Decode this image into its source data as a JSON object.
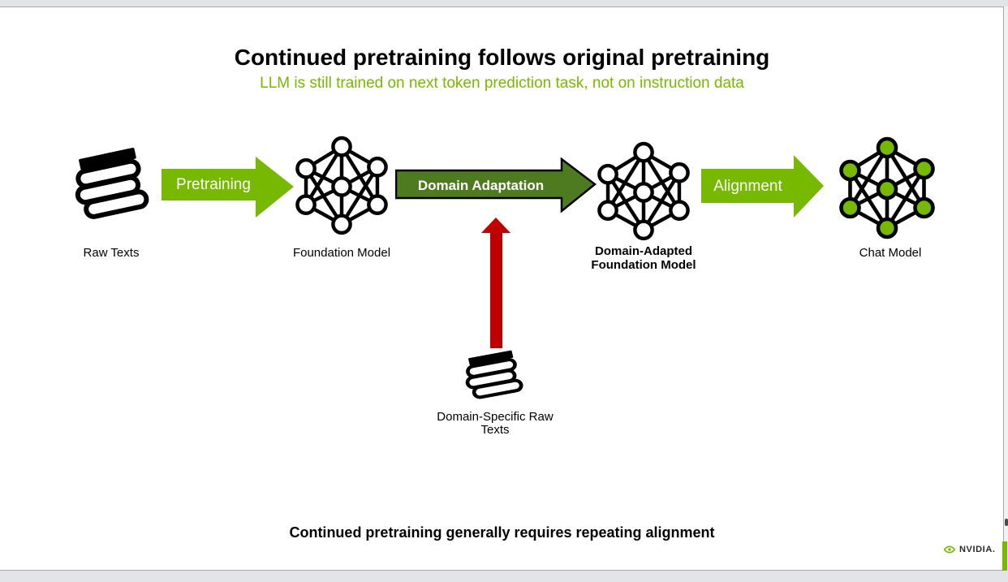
{
  "slide": {
    "title": "Continued pretraining follows original pretraining",
    "subtitle": "LLM is still trained on next token prediction task, not on instruction data",
    "bottom_note": "Continued pretraining generally requires repeating alignment"
  },
  "flow": {
    "raw_texts": {
      "label": "Raw Texts",
      "icon": "book-stack-icon"
    },
    "pretraining_arrow": {
      "label": "Pretraining",
      "icon": "block-arrow-right-icon",
      "color": "#76b900"
    },
    "foundation_model": {
      "label": "Foundation Model",
      "icon": "neural-network-icon"
    },
    "domain_adaptation_arrow": {
      "label": "Domain Adaptation",
      "icon": "block-arrow-right-outlined-icon",
      "color": "#4e7b20"
    },
    "domain_adapted_model": {
      "label_line1": "Domain-Adapted",
      "label_line2": "Foundation Model",
      "icon": "neural-network-icon"
    },
    "alignment_arrow": {
      "label": "Alignment",
      "icon": "block-arrow-right-icon",
      "color": "#76b900"
    },
    "chat_model": {
      "label": "Chat Model",
      "icon": "neural-network-green-icon"
    },
    "domain_specific_texts": {
      "label_line1": "Domain-Specific Raw",
      "label_line2": "Texts",
      "icon": "book-stack-icon"
    },
    "feed_arrow": {
      "icon": "block-arrow-up-icon",
      "color": "#c00000"
    }
  },
  "branding": {
    "logo_text": "NVIDIA.",
    "logo_icon": "nvidia-eye-icon"
  },
  "colors": {
    "nvidia_green": "#76b900",
    "dark_green": "#4e7b20",
    "red": "#c00000",
    "frame_gray": "#e2e4e8",
    "border_gray": "#a9a9a9"
  }
}
